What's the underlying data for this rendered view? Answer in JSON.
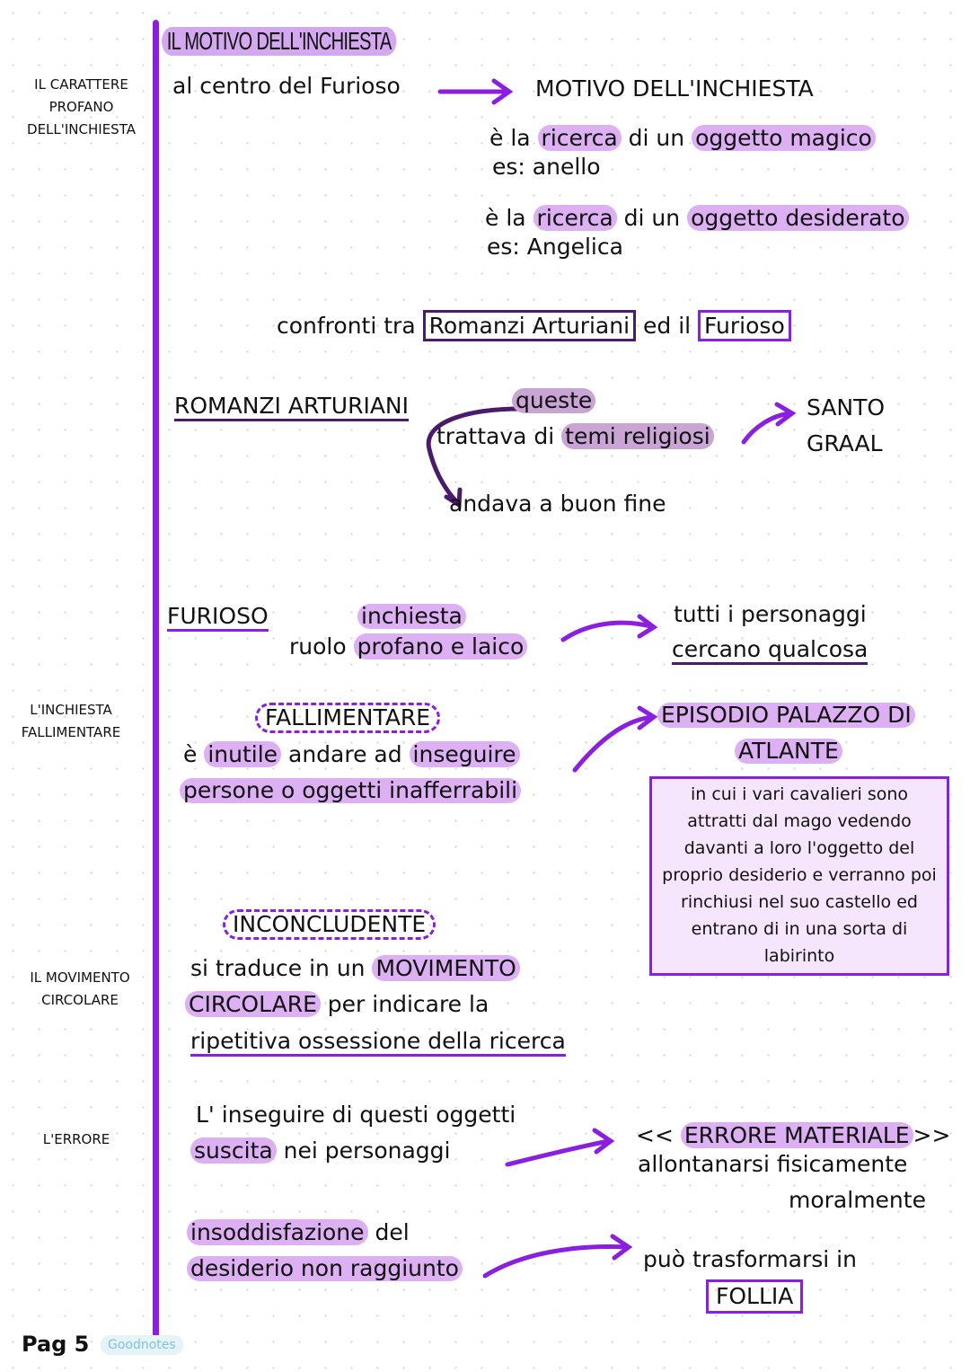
{
  "title": "IL MOTIVO DELL'INCHIESTA",
  "sidebar": {
    "s1": [
      "IL CARATTERE",
      "PROFANO",
      "DELL'INCHIESTA"
    ],
    "s2": [
      "L'INCHIESTA",
      "FALLIMENTARE"
    ],
    "s3": [
      "IL MOVIMENTO",
      "CIRCOLARE"
    ],
    "s4": "L'ERRORE"
  },
  "intro": {
    "left": "al centro del Furioso",
    "right": "MOTIVO DELL'INCHIESTA",
    "l1a": "è la ",
    "l1b": "ricerca",
    "l1c": " di un ",
    "l1d": "oggetto magico",
    "l1e": "es: anello",
    "l2a": "è la ",
    "l2b": "ricerca",
    "l2c": " di un ",
    "l2d": "oggetto desiderato",
    "l2e": "es: Angelica"
  },
  "compare": {
    "a": "confronti tra",
    "b": "Romanzi Arturiani",
    "c": "ed il",
    "d": "Furioso"
  },
  "arturiani": {
    "label": "ROMANZI ARTURIANI",
    "queste": "queste",
    "l1a": "trattava di ",
    "l1b": "temi religiosi",
    "graal1": "SANTO",
    "graal2": "GRAAL",
    "fine": "andava a buon fine"
  },
  "furioso": {
    "label": "FURIOSO",
    "inchiesta": "inchiesta",
    "ruolo_a": "ruolo ",
    "ruolo_b": "profano e laico",
    "r1": "tutti i personaggi",
    "r2": "cercano qualcosa"
  },
  "fallimentare": {
    "label": "FALLIMENTARE",
    "l1a": "è ",
    "l1b": "inutile",
    "l1c": " andare ad ",
    "l1d": "inseguire",
    "l2": "persone o oggetti inafferrabili",
    "ep1": "EPISODIO PALAZZO DI",
    "ep2": "ATLANTE",
    "box": [
      "in cui i vari cavalieri  sono",
      "attratti dal mago vedendo",
      "davanti a loro l'oggetto del",
      "proprio desiderio e verranno poi",
      "rinchiusi nel suo castello ed",
      "entrano di in una sorta di",
      "labirinto"
    ]
  },
  "inconcludente": {
    "label": "INCONCLUDENTE",
    "l1a": "si traduce in un ",
    "l1b": "MOVIMENTO",
    "l2a": "CIRCOLARE",
    "l2b": " per indicare la",
    "l3": "ripetitiva ossessione della ricerca"
  },
  "errore": {
    "l1": "L' inseguire di questi oggetti",
    "l2a": "suscita",
    "l2b": " nei personaggi",
    "r1a": "<< ",
    "r1b": "ERRORE MATERIALE",
    "r1c": ">>",
    "r2": "allontanarsi fisicamente",
    "r3": "moralmente",
    "b1a": "insoddisfazione",
    "b1b": " del",
    "b2": "desiderio non raggiunto",
    "b3": "può trasformarsi in",
    "follia": "FOLLIA"
  },
  "footer": {
    "page": "Pag 5",
    "watermark": "Goodnotes"
  },
  "colors": {
    "accent": "#8a1fe0",
    "highlight": "#dcb0f2"
  }
}
